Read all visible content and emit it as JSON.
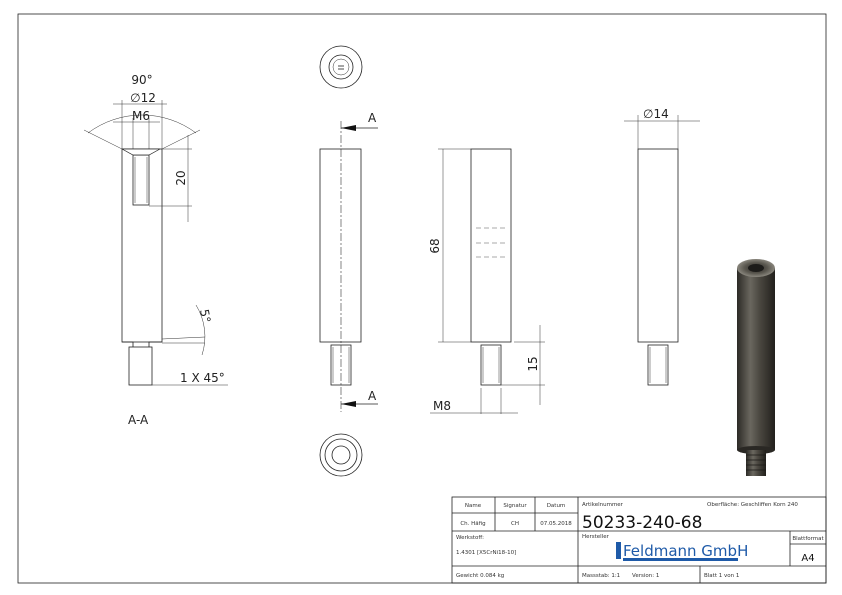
{
  "section": {
    "label": "A-A",
    "angle_top": "90°",
    "diameter_outer": "∅12",
    "thread_inner": "M6",
    "depth": "20",
    "angle_bottom": "5°",
    "chamfer": "1 X 45°"
  },
  "front_view": {
    "cut_label_top": "A",
    "cut_label_bottom": "A"
  },
  "side_view": {
    "length": "68",
    "stud_length": "15",
    "stud_thread": "M8"
  },
  "right_view": {
    "diameter": "∅14"
  },
  "title_block": {
    "name_label": "Name",
    "signature_label": "Signatur",
    "date_label": "Datum",
    "name": "Ch. Häfig",
    "signature": "CH",
    "date": "07.05.2018",
    "article_label": "Artikelnummer",
    "article_number": "50233-240-68",
    "surface": "Oberfläche:  Geschliffen Korn 240",
    "material_label": "Werkstoff:",
    "material": "1.4301 [X5CrNi18-10]",
    "manufacturer_label": "Hersteller",
    "manufacturer_logo": "Feldmann GmbH",
    "format_label": "Blattformat",
    "format": "A4",
    "weight": "Gewicht 0.084 kg",
    "scale": "Massstab: 1:1",
    "version": "Version:   1",
    "sheet": "Blatt 1 von 1"
  },
  "colors": {
    "line": "#222222",
    "logo": "#1e5aa8",
    "render_dark": "#3a3833"
  }
}
